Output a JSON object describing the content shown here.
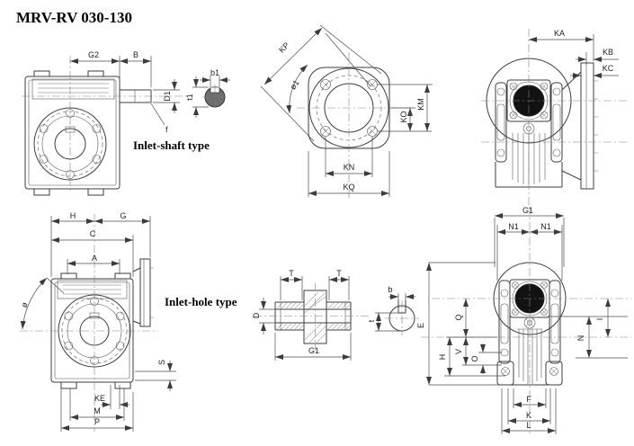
{
  "title": "MRV-RV 030-130",
  "captions": {
    "inlet_shaft": "Inlet-shaft type",
    "inlet_hole": "Inlet-hole type"
  },
  "dims": {
    "g2": "G2",
    "b_len": "B",
    "d1": "D1",
    "f_key": "f",
    "b1": "b1",
    "t1": "t1",
    "kp": "KP",
    "phi1": "ø1",
    "ko": "KO",
    "km": "KM",
    "kn": "KN",
    "kq": "KQ",
    "ka": "KA",
    "kb": "KB",
    "kc": "KC",
    "h": "H",
    "g": "G",
    "c": "C",
    "a": "A",
    "phi": "ø",
    "s": "S",
    "ke": "KE",
    "m": "M",
    "p": "P",
    "t": "T",
    "d": "D",
    "g1": "G1",
    "b_key": "b",
    "t_key": "t",
    "n1": "N1",
    "e": "E",
    "q": "Q",
    "v": "V",
    "o": "O",
    "i": "I",
    "n": "N",
    "f": "F",
    "k": "K",
    "l": "L"
  }
}
